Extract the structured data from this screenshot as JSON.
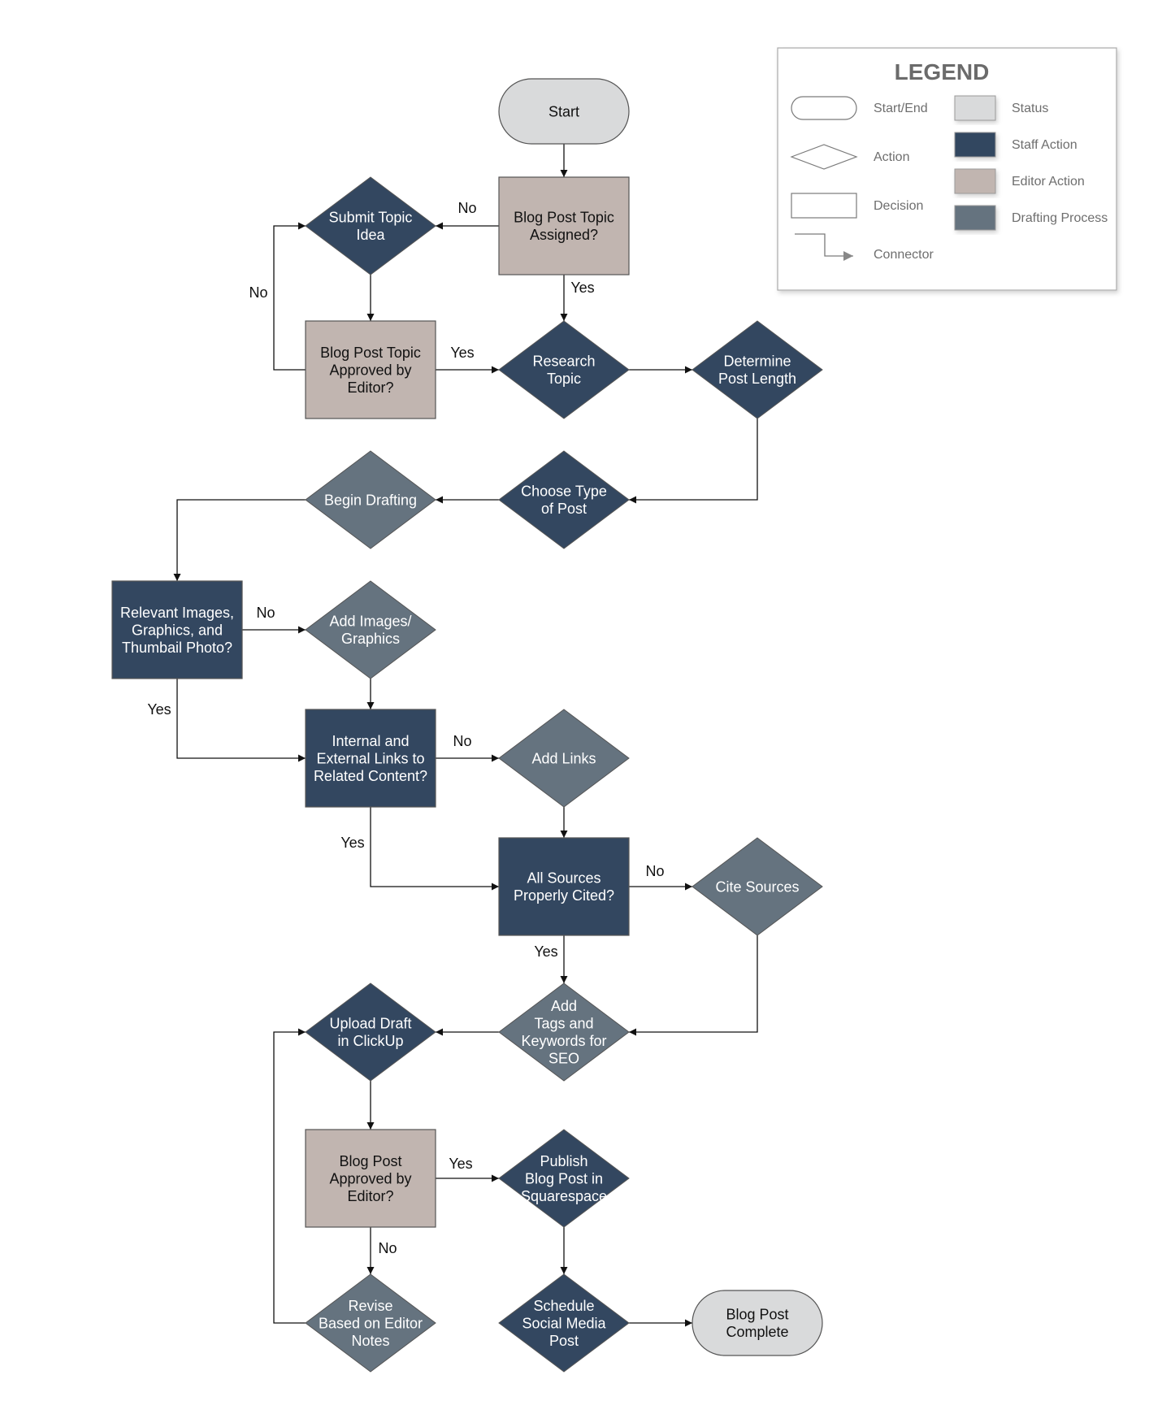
{
  "colors": {
    "status": "#d9dadb",
    "staff_action": "#334760",
    "editor_action": "#c1b5b0",
    "drafting_process": "#65737f",
    "outline": "#555555",
    "text_light": "#ffffff",
    "text_dark": "#111111"
  },
  "legend": {
    "title": "LEGEND",
    "shapes": [
      {
        "label": "Start/End",
        "icon": "rounded-rect-icon"
      },
      {
        "label": "Action",
        "icon": "diamond-icon"
      },
      {
        "label": "Decision",
        "icon": "rectangle-icon"
      },
      {
        "label": "Connector",
        "icon": "connector-arrow-icon"
      }
    ],
    "colors": [
      {
        "label": "Status",
        "type": "status"
      },
      {
        "label": "Staff Action",
        "type": "staff_action"
      },
      {
        "label": "Editor Action",
        "type": "editor_action"
      },
      {
        "label": "Drafting Process",
        "type": "drafting_process"
      }
    ]
  },
  "nodes": [
    {
      "id": "start",
      "shape": "terminal",
      "type": "status",
      "lines": [
        "Start"
      ]
    },
    {
      "id": "topic_assigned",
      "shape": "decision",
      "type": "editor_action",
      "lines": [
        "Blog Post Topic",
        "Assigned?"
      ]
    },
    {
      "id": "submit_topic",
      "shape": "action",
      "type": "staff_action",
      "lines": [
        "Submit Topic",
        "Idea"
      ]
    },
    {
      "id": "topic_approved",
      "shape": "decision",
      "type": "editor_action",
      "lines": [
        "Blog Post Topic",
        "Approved by",
        "Editor?"
      ]
    },
    {
      "id": "research",
      "shape": "action",
      "type": "staff_action",
      "lines": [
        "Research",
        "Topic"
      ]
    },
    {
      "id": "post_length",
      "shape": "action",
      "type": "staff_action",
      "lines": [
        "Determine",
        "Post Length"
      ]
    },
    {
      "id": "post_type",
      "shape": "action",
      "type": "staff_action",
      "lines": [
        "Choose Type",
        "of Post"
      ]
    },
    {
      "id": "begin_drafting",
      "shape": "action",
      "type": "drafting_process",
      "lines": [
        "Begin Drafting"
      ]
    },
    {
      "id": "images_check",
      "shape": "decision",
      "type": "staff_action",
      "lines": [
        "Relevant Images,",
        "Graphics, and",
        "Thumbail Photo?"
      ]
    },
    {
      "id": "add_images",
      "shape": "action",
      "type": "drafting_process",
      "lines": [
        "Add Images/",
        "Graphics"
      ]
    },
    {
      "id": "links_check",
      "shape": "decision",
      "type": "staff_action",
      "lines": [
        "Internal and",
        "External Links to",
        "Related Content?"
      ]
    },
    {
      "id": "add_links",
      "shape": "action",
      "type": "drafting_process",
      "lines": [
        "Add Links"
      ]
    },
    {
      "id": "sources_check",
      "shape": "decision",
      "type": "staff_action",
      "lines": [
        "All Sources",
        "Properly Cited?"
      ]
    },
    {
      "id": "cite_sources",
      "shape": "action",
      "type": "drafting_process",
      "lines": [
        "Cite Sources"
      ]
    },
    {
      "id": "add_tags",
      "shape": "action",
      "type": "drafting_process",
      "lines": [
        "Add",
        "Tags and",
        "Keywords for",
        "SEO"
      ]
    },
    {
      "id": "upload_draft",
      "shape": "action",
      "type": "staff_action",
      "lines": [
        "Upload Draft",
        "in ClickUp"
      ]
    },
    {
      "id": "post_approved",
      "shape": "decision",
      "type": "editor_action",
      "lines": [
        "Blog Post",
        "Approved by",
        "Editor?"
      ]
    },
    {
      "id": "publish",
      "shape": "action",
      "type": "staff_action",
      "lines": [
        "Publish",
        "Blog Post in",
        "Squarespace"
      ]
    },
    {
      "id": "revise",
      "shape": "action",
      "type": "drafting_process",
      "lines": [
        "Revise",
        "Based on Editor",
        "Notes"
      ]
    },
    {
      "id": "schedule",
      "shape": "action",
      "type": "staff_action",
      "lines": [
        "Schedule",
        "Social Media",
        "Post"
      ]
    },
    {
      "id": "complete",
      "shape": "terminal",
      "type": "status",
      "lines": [
        "Blog Post",
        "Complete"
      ]
    }
  ],
  "edges": [
    {
      "id": "e1",
      "from": "start",
      "to": "topic_assigned",
      "label": ""
    },
    {
      "id": "e2",
      "from": "topic_assigned",
      "to": "submit_topic",
      "label": "No"
    },
    {
      "id": "e3",
      "from": "topic_assigned",
      "to": "research",
      "label": "Yes"
    },
    {
      "id": "e4",
      "from": "submit_topic",
      "to": "topic_approved",
      "label": ""
    },
    {
      "id": "e5",
      "from": "topic_approved",
      "to": "submit_topic",
      "label": "No"
    },
    {
      "id": "e6",
      "from": "topic_approved",
      "to": "research",
      "label": "Yes"
    },
    {
      "id": "e7",
      "from": "research",
      "to": "post_length",
      "label": ""
    },
    {
      "id": "e8",
      "from": "post_length",
      "to": "post_type",
      "label": ""
    },
    {
      "id": "e9",
      "from": "post_type",
      "to": "begin_drafting",
      "label": ""
    },
    {
      "id": "e10",
      "from": "begin_drafting",
      "to": "images_check",
      "label": ""
    },
    {
      "id": "e11",
      "from": "images_check",
      "to": "add_images",
      "label": "No"
    },
    {
      "id": "e12",
      "from": "images_check",
      "to": "links_check",
      "label": "Yes"
    },
    {
      "id": "e13",
      "from": "add_images",
      "to": "links_check",
      "label": ""
    },
    {
      "id": "e14",
      "from": "links_check",
      "to": "add_links",
      "label": "No"
    },
    {
      "id": "e15",
      "from": "links_check",
      "to": "sources_check",
      "label": "Yes"
    },
    {
      "id": "e16",
      "from": "add_links",
      "to": "sources_check",
      "label": ""
    },
    {
      "id": "e17",
      "from": "sources_check",
      "to": "cite_sources",
      "label": "No"
    },
    {
      "id": "e18",
      "from": "sources_check",
      "to": "add_tags",
      "label": "Yes"
    },
    {
      "id": "e19",
      "from": "cite_sources",
      "to": "add_tags",
      "label": ""
    },
    {
      "id": "e20",
      "from": "add_tags",
      "to": "upload_draft",
      "label": ""
    },
    {
      "id": "e21",
      "from": "upload_draft",
      "to": "post_approved",
      "label": ""
    },
    {
      "id": "e22",
      "from": "post_approved",
      "to": "publish",
      "label": "Yes"
    },
    {
      "id": "e23",
      "from": "post_approved",
      "to": "revise",
      "label": "No"
    },
    {
      "id": "e24",
      "from": "revise",
      "to": "upload_draft",
      "label": ""
    },
    {
      "id": "e25",
      "from": "publish",
      "to": "schedule",
      "label": ""
    },
    {
      "id": "e26",
      "from": "schedule",
      "to": "complete",
      "label": ""
    }
  ]
}
